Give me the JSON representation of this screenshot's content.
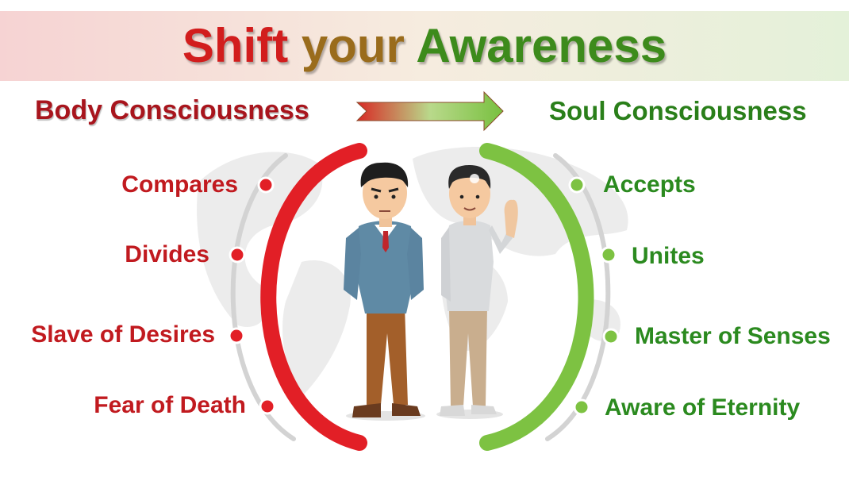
{
  "title": {
    "part1": "Shift",
    "part2": "your",
    "part3": "Awareness"
  },
  "left": {
    "heading": "Body Consciousness",
    "color": "#d7232a",
    "traits": [
      "Compares",
      "Divides",
      "Slave of Desires",
      "Fear of Death"
    ]
  },
  "right": {
    "heading": "Soul Consciousness",
    "color": "#7cc242",
    "traits": [
      "Accepts",
      "Unites",
      "Master of Senses",
      "Aware of Eternity"
    ]
  }
}
